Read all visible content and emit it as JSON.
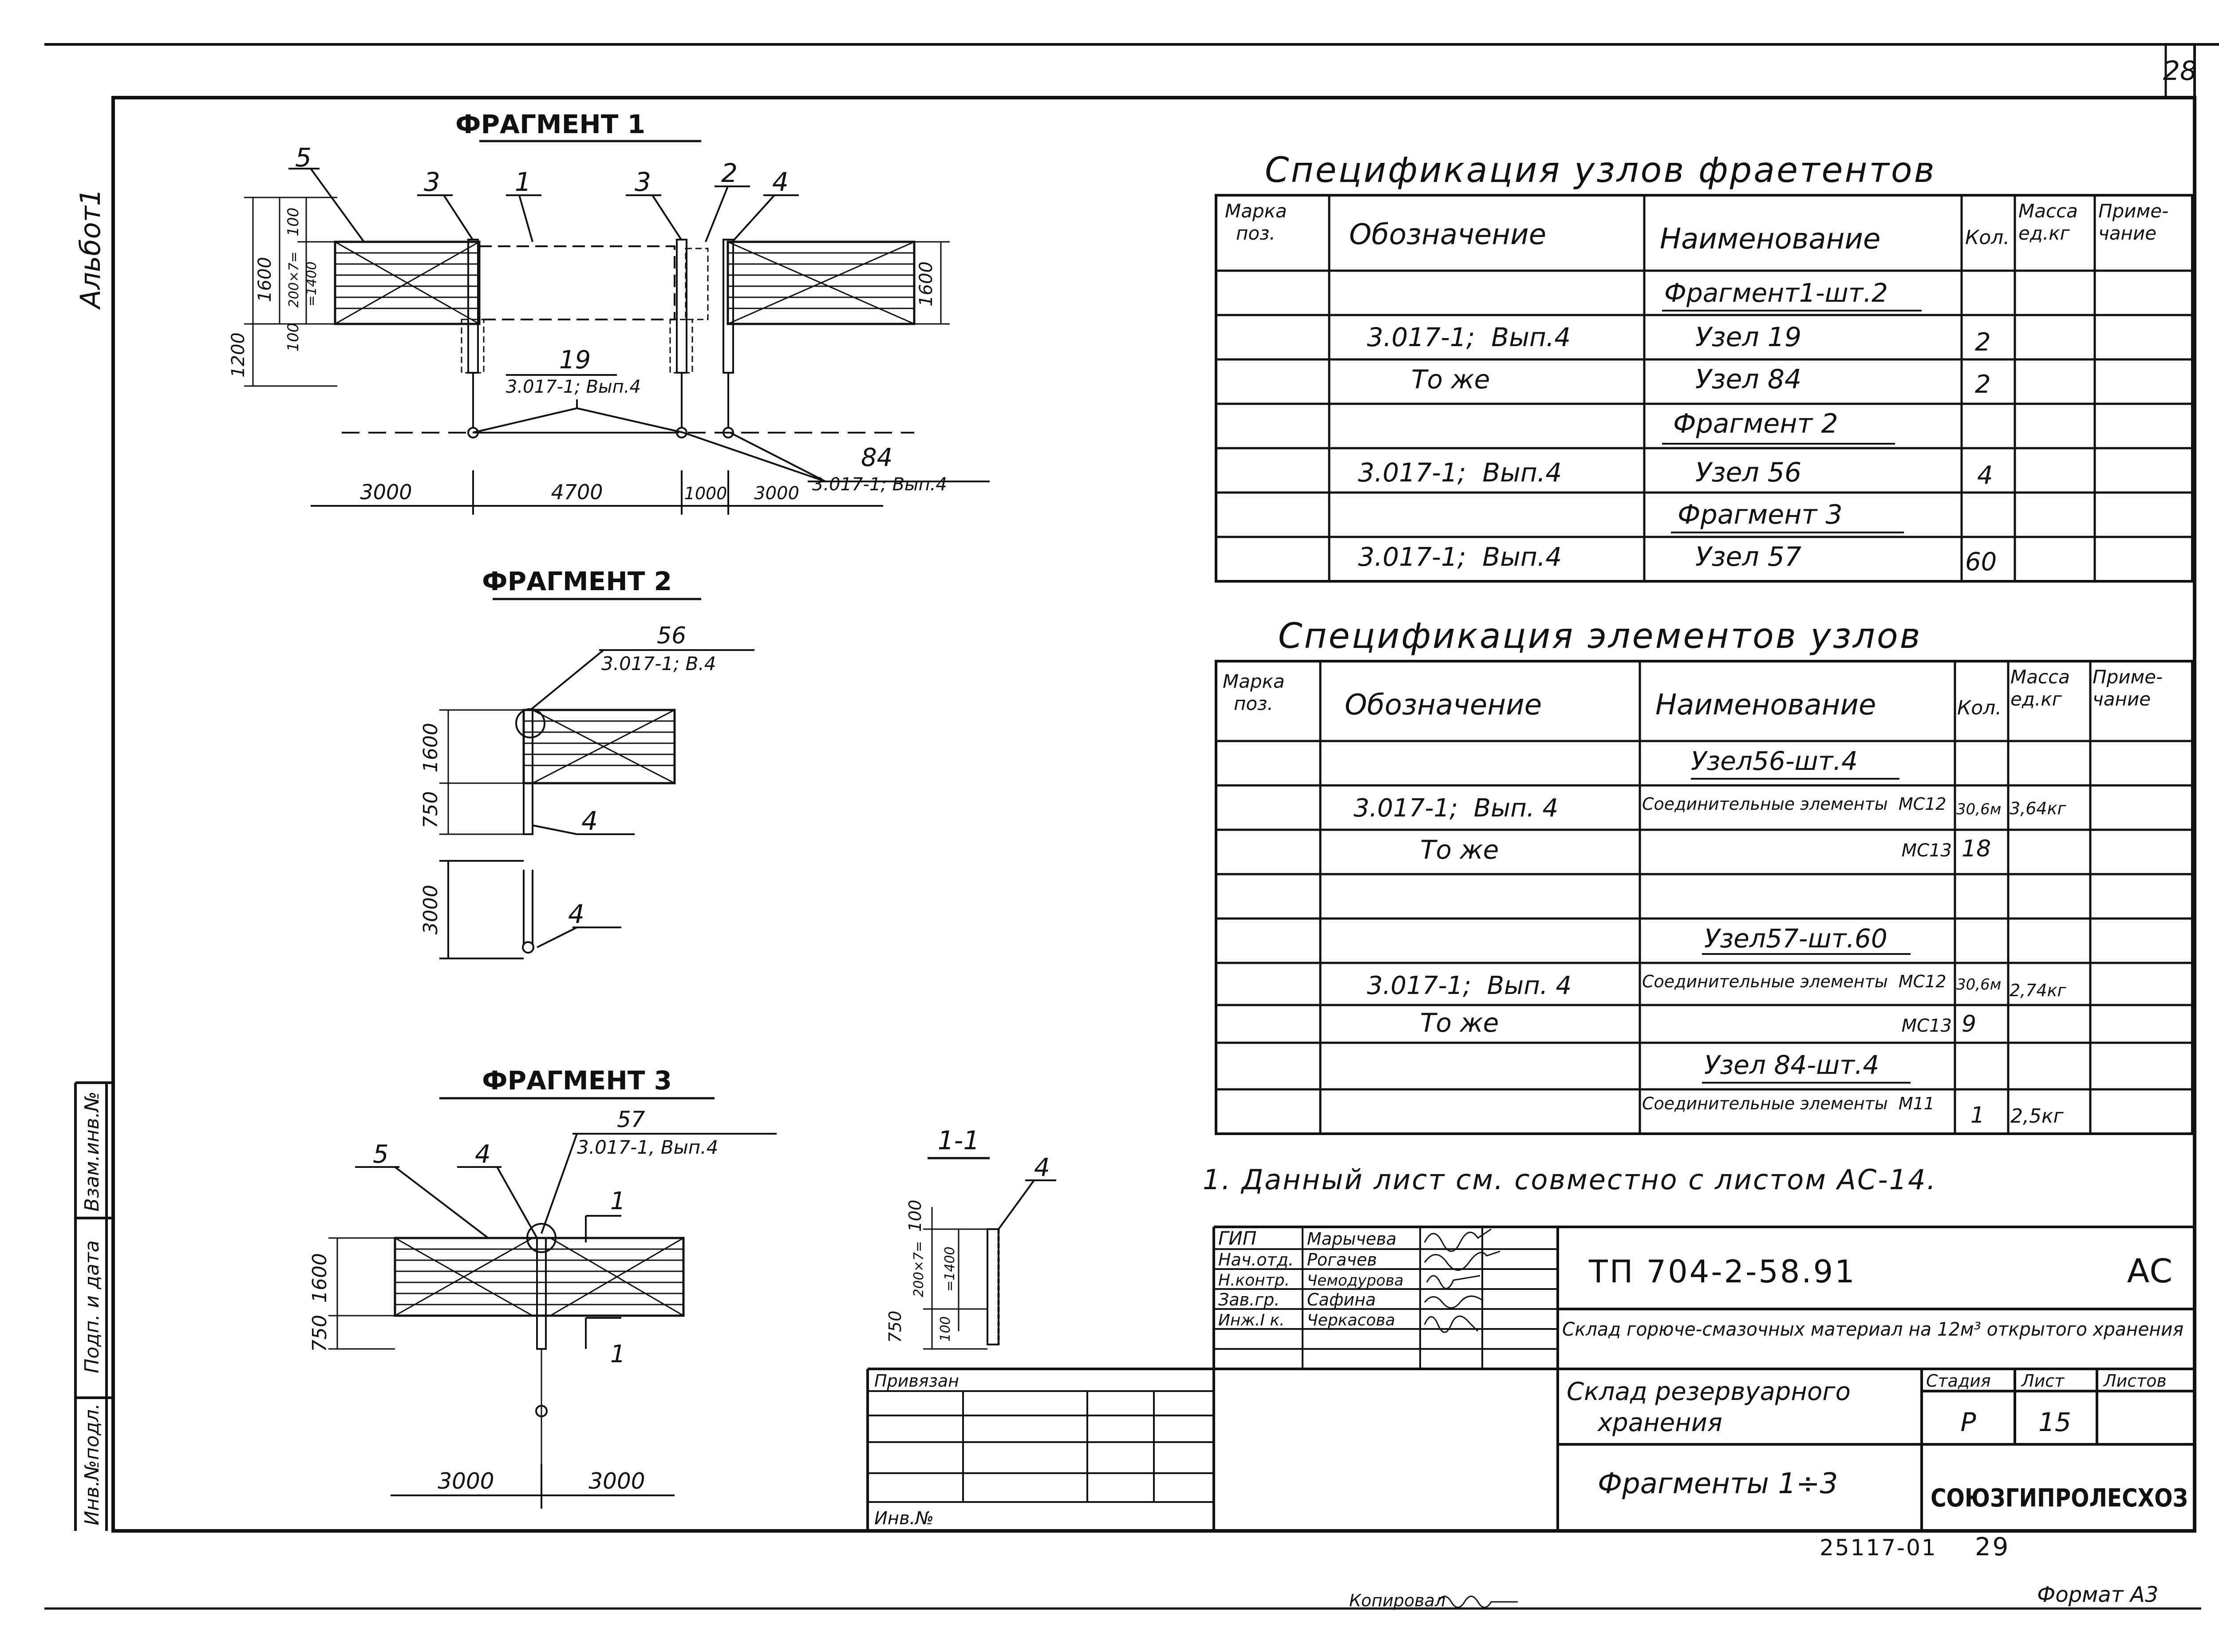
{
  "sheet": {
    "page_number": "28",
    "album_label": "Альбот1",
    "archive_number": "25117-01",
    "archive_page": "29",
    "copied_by": "Копировал",
    "format": "Формат А3"
  },
  "fragments": {
    "f1": {
      "title": "ФРАГМЕНТ 1",
      "callouts": [
        "5",
        "3",
        "1",
        "3",
        "2",
        "4"
      ],
      "dim_vertical_left": [
        "1600",
        "1200",
        "100",
        "200×7=",
        "=1400",
        "100"
      ],
      "dim_vertical_right": "1600",
      "node_19": "19",
      "node_19_ref": "3.017-1; Вып.4",
      "node_84": "84",
      "node_84_ref": "3.017-1; Вып.4",
      "dims_bottom": [
        "3000",
        "4700",
        "1000",
        "3000"
      ]
    },
    "f2": {
      "title": "ФРАГМЕНТ 2",
      "node_56": "56",
      "node_56_ref": "3.017-1; В.4",
      "dims": [
        "1600",
        "750",
        "3000"
      ],
      "callouts": [
        "4",
        "4"
      ]
    },
    "f3": {
      "title": "ФРАГМЕНТ 3",
      "node_57": "57",
      "node_57_ref": "3.017-1, Вып.4",
      "callouts": [
        "5",
        "4"
      ],
      "section_mark": "1",
      "dims": [
        "1600",
        "750",
        "3000",
        "3000"
      ]
    },
    "section_1_1": {
      "title": "1-1",
      "callout": "4",
      "dims": [
        "100",
        "200×7=",
        "=1400",
        "750",
        "100"
      ]
    }
  },
  "spec_nodes": {
    "title": "Спецификация узлов фраетентов",
    "headers": [
      "Марка поз.",
      "Обозначение",
      "Наименование",
      "Кол.",
      "Масса ед.кг",
      "Приме-чание"
    ],
    "rows": [
      [
        "",
        "",
        "Фрагмент1-шт.2",
        "",
        "",
        ""
      ],
      [
        "",
        "3.017-1;  Вып.4",
        "Узел 19",
        "2",
        "",
        ""
      ],
      [
        "",
        "То же",
        "Узел 84",
        "2",
        "",
        ""
      ],
      [
        "",
        "",
        "Фрагмент 2",
        "",
        "",
        ""
      ],
      [
        "",
        "3.017-1;  Вып.4",
        "Узел 56",
        "4",
        "",
        ""
      ],
      [
        "",
        "",
        "Фрагмент 3",
        "",
        "",
        ""
      ],
      [
        "",
        "3.017-1;  Вып.4",
        "Узел 57",
        "60",
        "",
        ""
      ]
    ]
  },
  "spec_elements": {
    "title": "Спецификация элементов узлов",
    "headers": [
      "Марка поз.",
      "Обозначение",
      "Наименование",
      "Кол.",
      "Масса ед.кг",
      "Приме-чание"
    ],
    "rows": [
      [
        "",
        "",
        "Узел56-шт.4",
        "",
        "",
        ""
      ],
      [
        "",
        "3.017-1;  Вып. 4",
        "Соединительные элементы  МС12",
        "30,6м",
        "3,64кг",
        ""
      ],
      [
        "",
        "То же",
        "МС13",
        "18",
        "",
        ""
      ],
      [
        "",
        "",
        "",
        "",
        "",
        ""
      ],
      [
        "",
        "",
        "Узел57-шт.60",
        "",
        "",
        ""
      ],
      [
        "",
        "3.017-1;  Вып. 4",
        "Соединительные элементы  МС12",
        "30,6м",
        "2,74кг",
        ""
      ],
      [
        "",
        "То же",
        "МС13",
        "9",
        "",
        ""
      ],
      [
        "",
        "",
        "Узел 84-шт.4",
        "",
        "",
        ""
      ],
      [
        "",
        "",
        "Соединительные элементы  М11",
        "1",
        "2,5кг",
        ""
      ]
    ]
  },
  "note": "1. Данный лист см. совместно с листом АС-14.",
  "title_block": {
    "signatures": [
      {
        "role": "ГИП",
        "name": "Марычева"
      },
      {
        "role": "Нач.отд.",
        "name": "Рогачев"
      },
      {
        "role": "Н.контр.",
        "name": "Чемодурова"
      },
      {
        "role": "Зав.гр.",
        "name": "Сафина"
      },
      {
        "role": "Инж.I к.",
        "name": "Черкасова"
      }
    ],
    "doc_code": "ТП 704-2-58.91",
    "doc_mark": "АС",
    "object": "Склад горюче-смазочных материал на 12м³ открытого хранения",
    "building_line1": "Склад резервуарного",
    "building_line2": "хранения",
    "stage_label": "Стадия",
    "sheet_label": "Лист",
    "sheets_label": "Листов",
    "stage": "Р",
    "sheet_no": "15",
    "drawing_title": "Фрагменты 1÷3",
    "organization": "СОЮЗГИПРОЛЕСХОЗ",
    "binding_label": "Привязан",
    "inv_label": "Инв.№"
  },
  "side_stamps": [
    "Взам.инв.№",
    "Подп. и дата",
    "Инв.№подл."
  ]
}
